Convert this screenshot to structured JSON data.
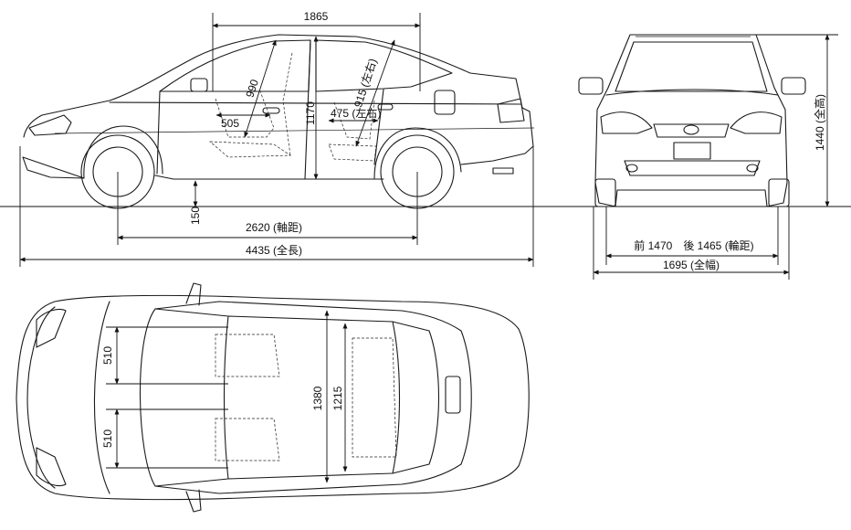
{
  "dimensions": {
    "d1865": "1865",
    "d990": "990",
    "d915": "915 (左右)",
    "d505": "505",
    "d1170": "1170",
    "d475": "475 (左右)",
    "d150": "150",
    "d2620": "2620 (軸距)",
    "d4435": "4435 (全長)",
    "d1440": "1440 (全高)",
    "dTrack": "前 1470　後 1465 (輪距)",
    "d1695": "1695 (全幅)",
    "d510a": "510",
    "d510b": "510",
    "d1380": "1380",
    "d1215": "1215"
  }
}
